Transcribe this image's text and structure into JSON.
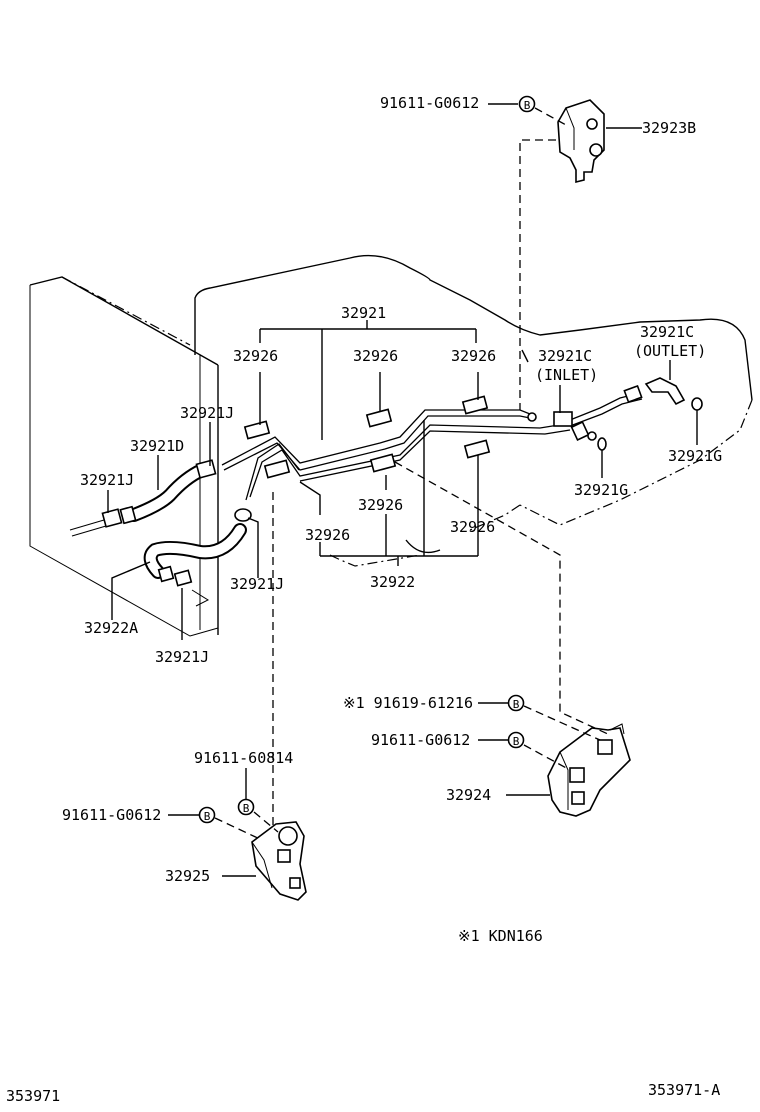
{
  "labels": {
    "p32923B": "32923B",
    "p91611_G0612_top": "91611-G0612",
    "p32921": "32921",
    "p32926_a": "32926",
    "p32926_b": "32926",
    "p32926_c": "32926",
    "p32926_d": "32926",
    "p32926_e": "32926",
    "p32926_f": "32926",
    "p32921C_inlet": "32921C",
    "inlet": "(INLET)",
    "p32921C_outlet": "32921C",
    "outlet": "(OUTLET)",
    "p32921J_a": "32921J",
    "p32921D": "32921D",
    "p32921J_b": "32921J",
    "p32921J_c": "32921J",
    "p32921J_d": "32921J",
    "p32921G_a": "32921G",
    "p32921G_b": "32921G",
    "p32922": "32922",
    "p32922A": "32922A",
    "p91619_61216": "※1 91619-61216",
    "p91611_G0612_mid": "91611-G0612",
    "p32924": "32924",
    "p91611_60814": "91611-60814",
    "p91611_G0612_low": "91611-G0612",
    "p32925": "32925",
    "note": "※1  KDN166",
    "footer_left": "353971",
    "footer_right": "353971-A"
  },
  "bolt_symbol": "B"
}
